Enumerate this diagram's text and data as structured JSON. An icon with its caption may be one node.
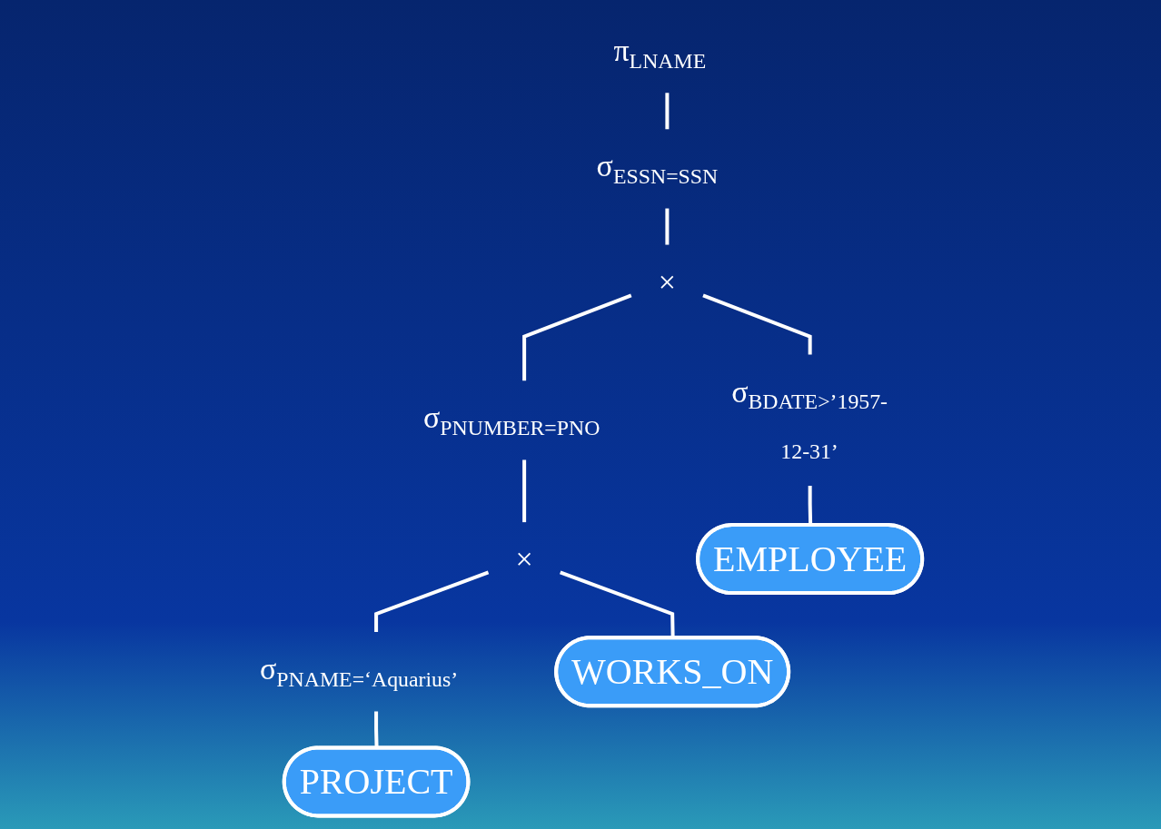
{
  "diagram": {
    "nodes": [
      {
        "text": [
          "π$_{LNAME}$"
        ]
      },
      {
        "text": [
          "σ$_{ESSN=SSN}$"
        ]
      },
      {
        "text": [
          "×"
        ]
      },
      {
        "text": [
          "σ$_{PNUMBER=PNO}$"
        ]
      },
      {
        "text": [
          "σ$_{BDATE>’1957-12-31’}$"
        ]
      },
      {
        "text": [
          "×"
        ]
      },
      {
        "text": [
          "EMPLOYEE"
        ]
      },
      {
        "text": [
          "σ$_{PNAME=‘Aquarius’}$"
        ]
      },
      {
        "text": [
          "WORKS_ON"
        ]
      },
      {
        "text": [
          "PROJECT"
        ]
      }
    ],
    "edges": [
      {
        "from": 0,
        "to": 1,
        "arrow": "none"
      },
      {
        "from": 1,
        "to": 2,
        "arrow": "none"
      },
      {
        "from": 2,
        "to": 3,
        "arrow": "none"
      },
      {
        "from": 2,
        "to": 4,
        "arrow": "none"
      },
      {
        "from": 3,
        "to": 5,
        "arrow": "none"
      },
      {
        "from": 4,
        "to": 6,
        "arrow": "none"
      },
      {
        "from": 5,
        "to": 7,
        "arrow": "none"
      },
      {
        "from": 5,
        "to": 8,
        "arrow": "none"
      },
      {
        "from": 7,
        "to": 9,
        "arrow": "none"
      }
    ]
  }
}
